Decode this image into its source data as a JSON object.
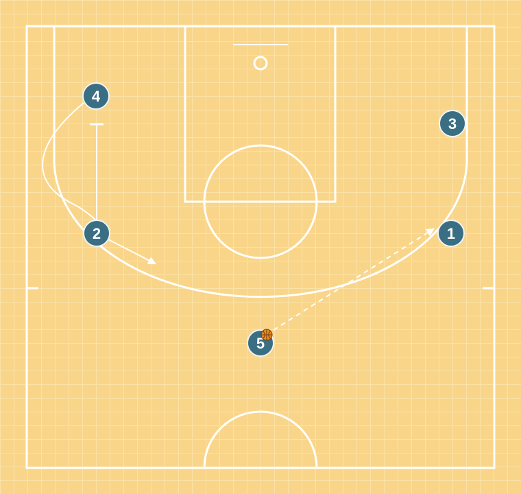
{
  "colors": {
    "floor": "#f9d58a",
    "grid": "#fbe2a6",
    "lines": "#ffffff",
    "player_fill": "#3a6e82",
    "player_stroke": "#eef4f6",
    "ball": "#e58a1f"
  },
  "players": [
    {
      "label": "1",
      "role": "wing"
    },
    {
      "label": "2",
      "role": "wing"
    },
    {
      "label": "3",
      "role": "corner"
    },
    {
      "label": "4",
      "role": "corner"
    },
    {
      "label": "5",
      "role": "ball-handler",
      "has_ball": true
    }
  ],
  "actions": [
    {
      "type": "pass",
      "from": "5",
      "to": "1",
      "style": "dashed"
    },
    {
      "type": "screen",
      "by": "2",
      "style": "solid-with-bar"
    },
    {
      "type": "cut",
      "by": "4",
      "style": "curved-solid"
    },
    {
      "type": "cut",
      "by": "2",
      "style": "solid-arrow"
    }
  ],
  "icons": {
    "ball": "basketball-icon"
  }
}
